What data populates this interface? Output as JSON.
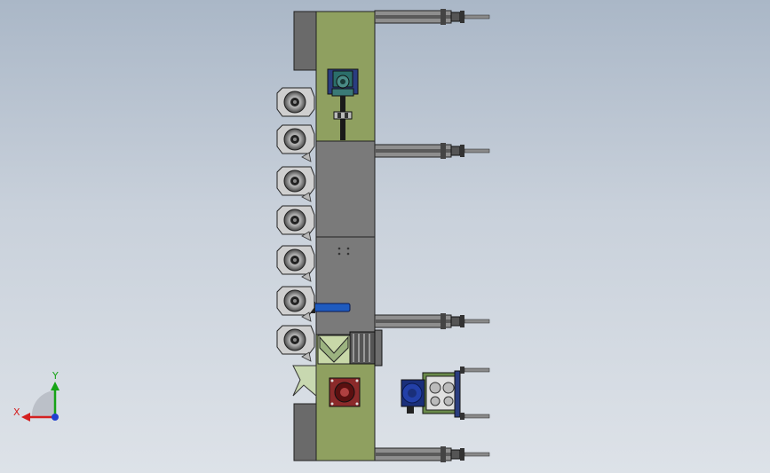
{
  "viewport": {
    "background_top": "#aab7c7",
    "background_bottom": "#dde2e8"
  },
  "colors": {
    "green_plate": "#8fa060",
    "gray_plate": "#7a7a7a",
    "dark_gray": "#5e5e5e",
    "rod": "#9a9a9a",
    "blue_part": "#1f3b8c",
    "red_part": "#8b2a2a",
    "teal_part": "#2b6e6a"
  },
  "triad": {
    "x_label": "X",
    "y_label": "Y",
    "x_color": "#d42020",
    "y_color": "#16a316",
    "z_color": "#2040d0"
  },
  "model": {
    "name_icon": "cad-assembly",
    "rollers_count": 7,
    "cylinders_count": 4
  }
}
